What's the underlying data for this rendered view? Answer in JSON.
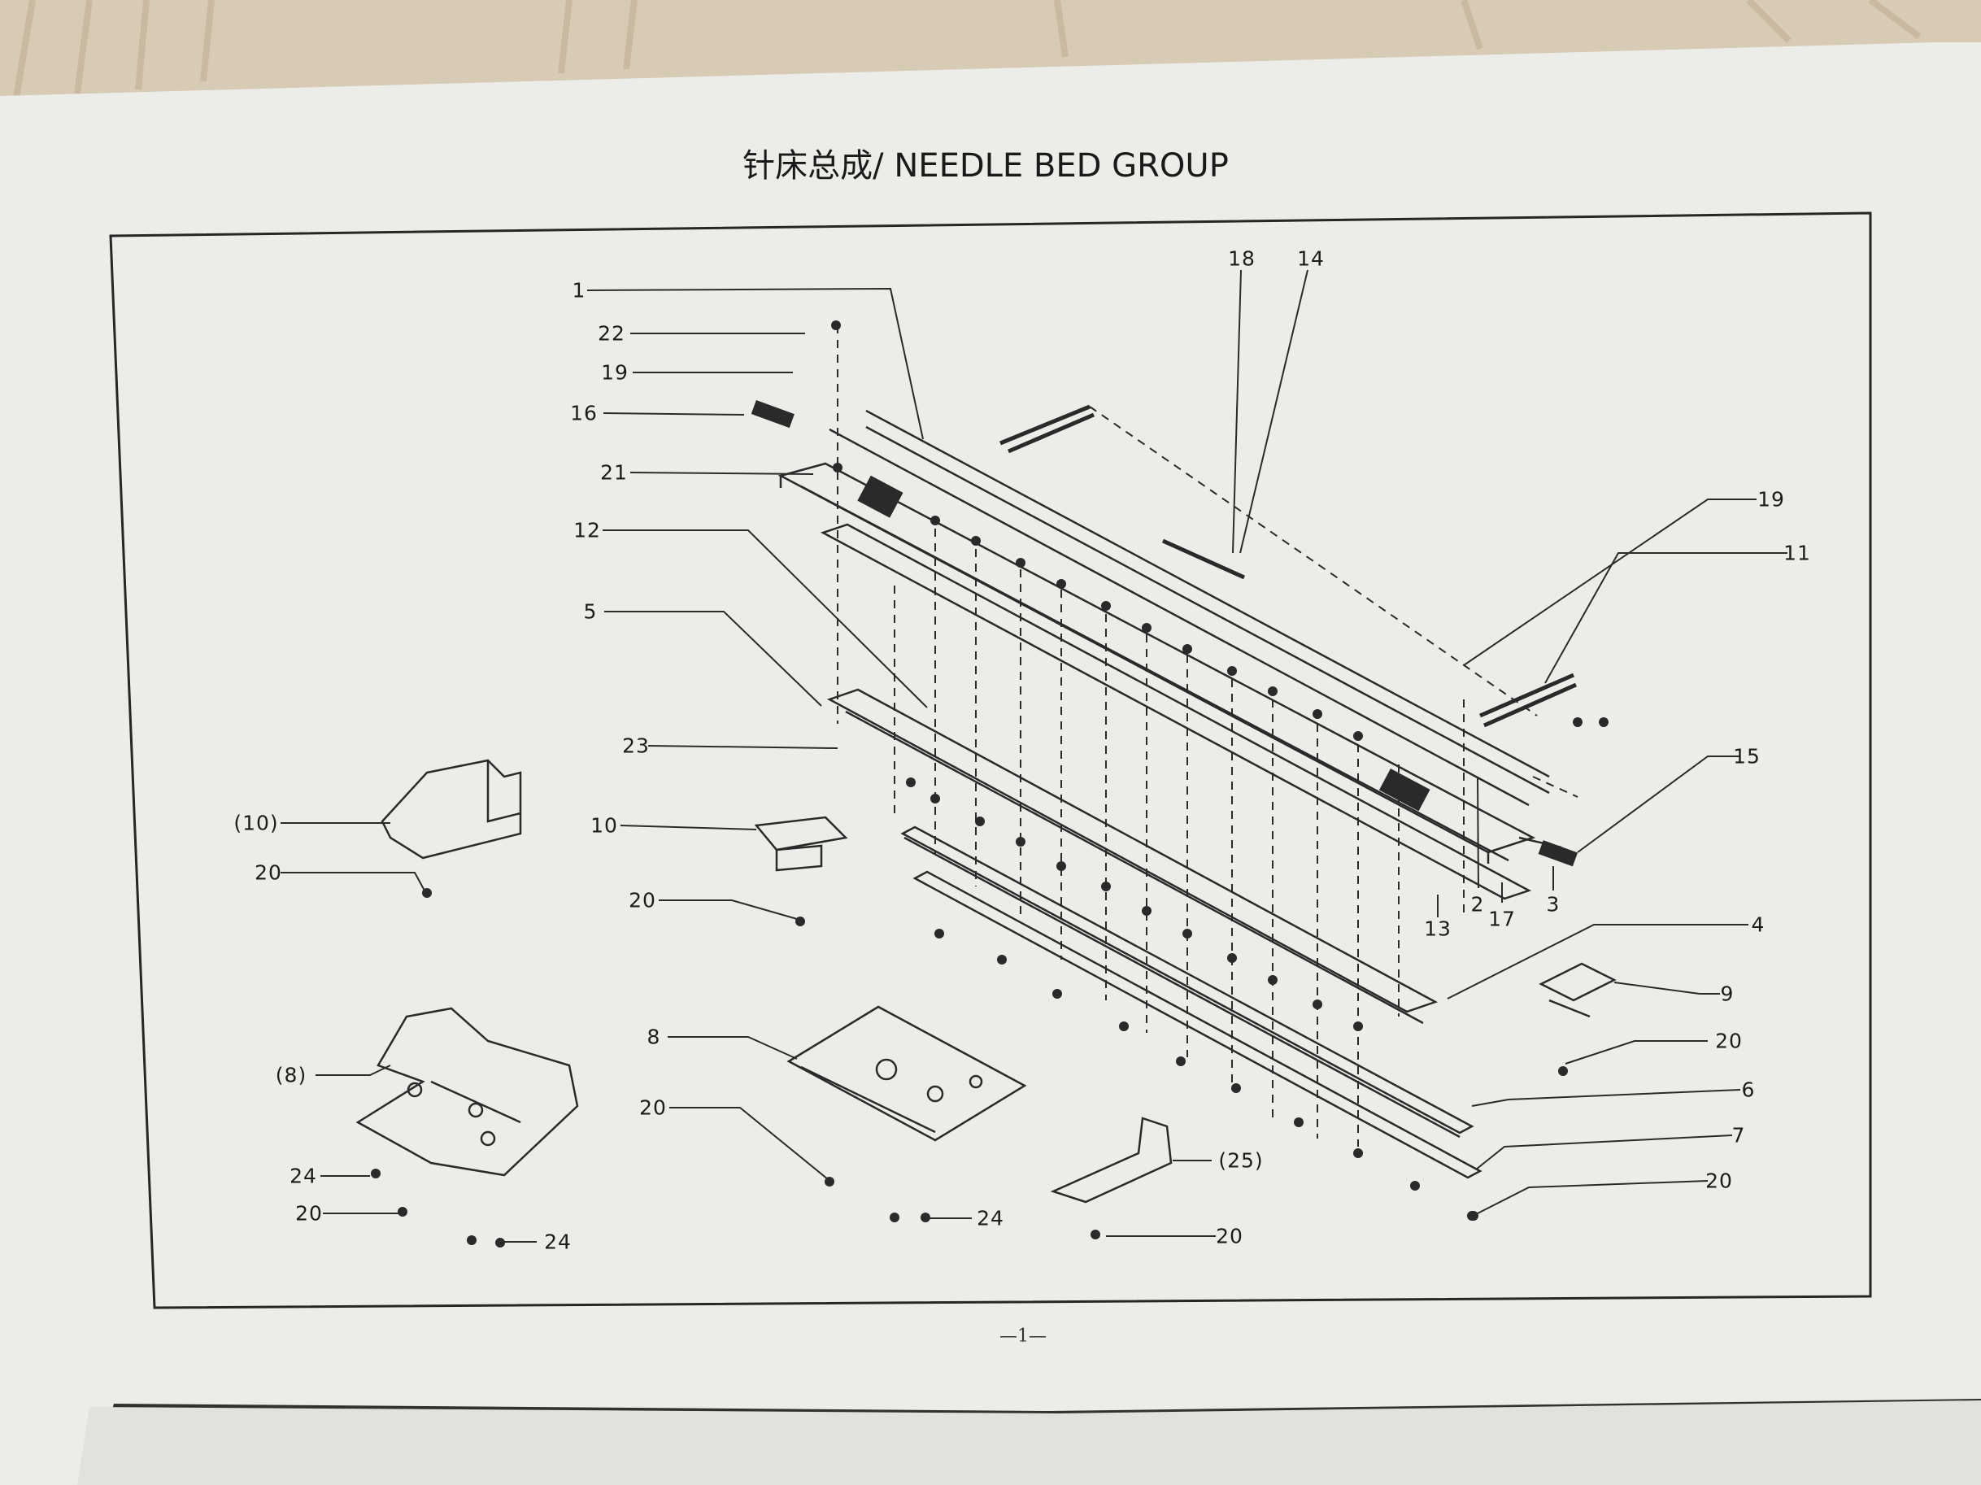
{
  "document": {
    "title": "针床总成/ NEEDLE BED GROUP",
    "page_number": "—1—"
  },
  "callouts": [
    {
      "id": "c-1",
      "text": "1"
    },
    {
      "id": "c-22",
      "text": "22"
    },
    {
      "id": "c-19a",
      "text": "19"
    },
    {
      "id": "c-16",
      "text": "16"
    },
    {
      "id": "c-21",
      "text": "21"
    },
    {
      "id": "c-12",
      "text": "12"
    },
    {
      "id": "c-5",
      "text": "5"
    },
    {
      "id": "c-23",
      "text": "23"
    },
    {
      "id": "c-10a",
      "text": "(10)"
    },
    {
      "id": "c-20a",
      "text": "20"
    },
    {
      "id": "c-10b",
      "text": "10"
    },
    {
      "id": "c-20b",
      "text": "20"
    },
    {
      "id": "c-18",
      "text": "18"
    },
    {
      "id": "c-14",
      "text": "14"
    },
    {
      "id": "c-19b",
      "text": "19"
    },
    {
      "id": "c-11",
      "text": "11"
    },
    {
      "id": "c-15",
      "text": "15"
    },
    {
      "id": "c-2",
      "text": "2"
    },
    {
      "id": "c-17",
      "text": "17"
    },
    {
      "id": "c-3",
      "text": "3"
    },
    {
      "id": "c-13",
      "text": "13"
    },
    {
      "id": "c-4",
      "text": "4"
    },
    {
      "id": "c-9",
      "text": "9"
    },
    {
      "id": "c-20c",
      "text": "20"
    },
    {
      "id": "c-6",
      "text": "6"
    },
    {
      "id": "c-7",
      "text": "7"
    },
    {
      "id": "c-20d",
      "text": "20"
    },
    {
      "id": "c-8b",
      "text": "(8)"
    },
    {
      "id": "c-24a",
      "text": "24"
    },
    {
      "id": "c-20e",
      "text": "20"
    },
    {
      "id": "c-24b",
      "text": "24"
    },
    {
      "id": "c-8",
      "text": "8"
    },
    {
      "id": "c-20f",
      "text": "20"
    },
    {
      "id": "c-24c",
      "text": "24"
    },
    {
      "id": "c-25",
      "text": "(25)"
    },
    {
      "id": "c-20g",
      "text": "20"
    }
  ]
}
